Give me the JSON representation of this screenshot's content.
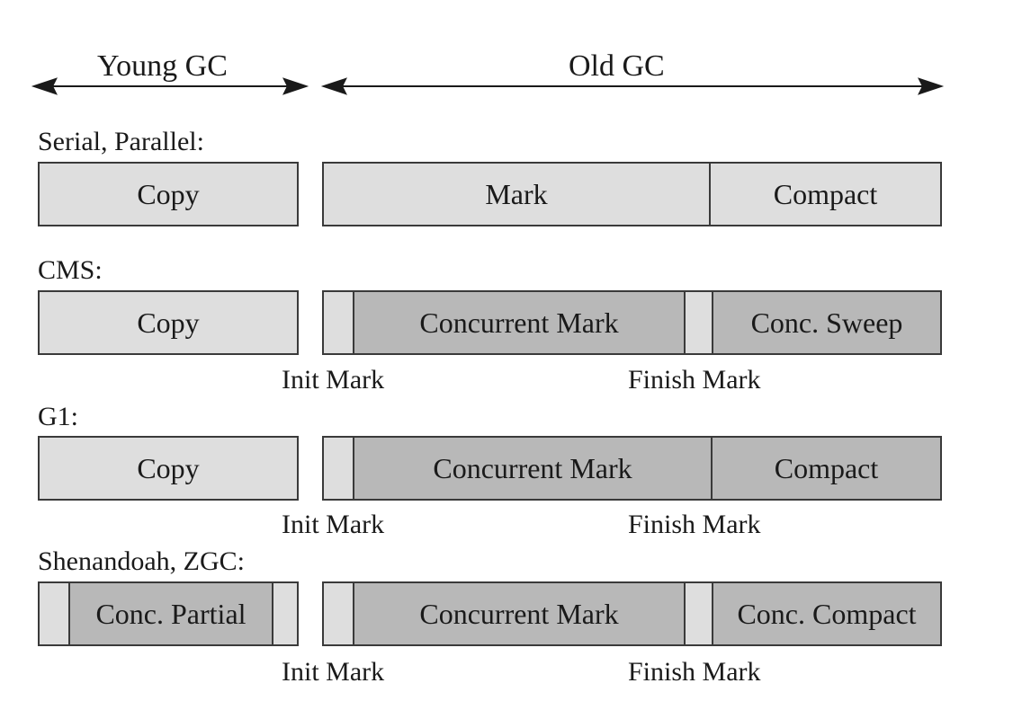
{
  "header": {
    "young_gc": "Young GC",
    "old_gc": "Old GC"
  },
  "rows": [
    {
      "label": "Serial, Parallel:",
      "young": [
        {
          "text": "Copy",
          "shade": "light"
        }
      ],
      "old": [
        {
          "text": "Mark",
          "shade": "light"
        },
        {
          "text": "Compact",
          "shade": "light"
        }
      ]
    },
    {
      "label": "CMS:",
      "young": [
        {
          "text": "Copy",
          "shade": "light"
        }
      ],
      "old": [
        {
          "text": "",
          "shade": "light"
        },
        {
          "text": "Concurrent Mark",
          "shade": "dark"
        },
        {
          "text": "",
          "shade": "light"
        },
        {
          "text": "Conc. Sweep",
          "shade": "dark"
        }
      ],
      "notes": {
        "init": "Init Mark",
        "finish": "Finish Mark"
      }
    },
    {
      "label": "G1:",
      "young": [
        {
          "text": "Copy",
          "shade": "light"
        }
      ],
      "old": [
        {
          "text": "",
          "shade": "light"
        },
        {
          "text": "Concurrent Mark",
          "shade": "dark"
        },
        {
          "text": "Compact",
          "shade": "dark"
        }
      ],
      "notes": {
        "init": "Init Mark",
        "finish": "Finish Mark"
      }
    },
    {
      "label": "Shenandoah, ZGC:",
      "young": [
        {
          "text": "",
          "shade": "light"
        },
        {
          "text": "Conc. Partial",
          "shade": "dark"
        },
        {
          "text": "",
          "shade": "light"
        }
      ],
      "old": [
        {
          "text": "",
          "shade": "light"
        },
        {
          "text": "Concurrent Mark",
          "shade": "dark"
        },
        {
          "text": "",
          "shade": "light"
        },
        {
          "text": "Conc. Compact",
          "shade": "dark"
        }
      ],
      "notes": {
        "init": "Init Mark",
        "finish": "Finish Mark"
      }
    }
  ],
  "colors": {
    "light": "#dedede",
    "dark": "#b8b8b8",
    "line": "#3a3a3a"
  }
}
